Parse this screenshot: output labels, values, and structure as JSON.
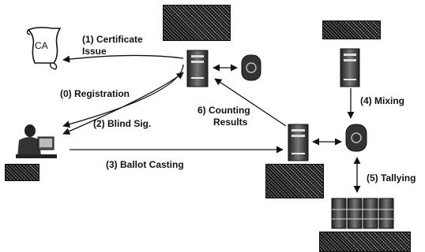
{
  "diagram": {
    "ca_label": "CA",
    "labels": {
      "certificate_issue_line1": "(1) Certificate",
      "certificate_issue_line2": "Issue",
      "registration": "(0) Registration",
      "blind_sig": "(2) Blind Sig.",
      "counting_results_line1": "6) Counting",
      "counting_results_line2": "Results",
      "ballot_casting": "(3) Ballot Casting",
      "mixing": "(4) Mixing",
      "tallying": "(5) Tallying"
    },
    "icons": {
      "certificate": "certificate-scroll-icon",
      "voter": "voter-at-computer-icon",
      "server": "server-tower-icon",
      "database": "database-drum-icon",
      "server_cluster": "server-cluster-icon"
    }
  }
}
